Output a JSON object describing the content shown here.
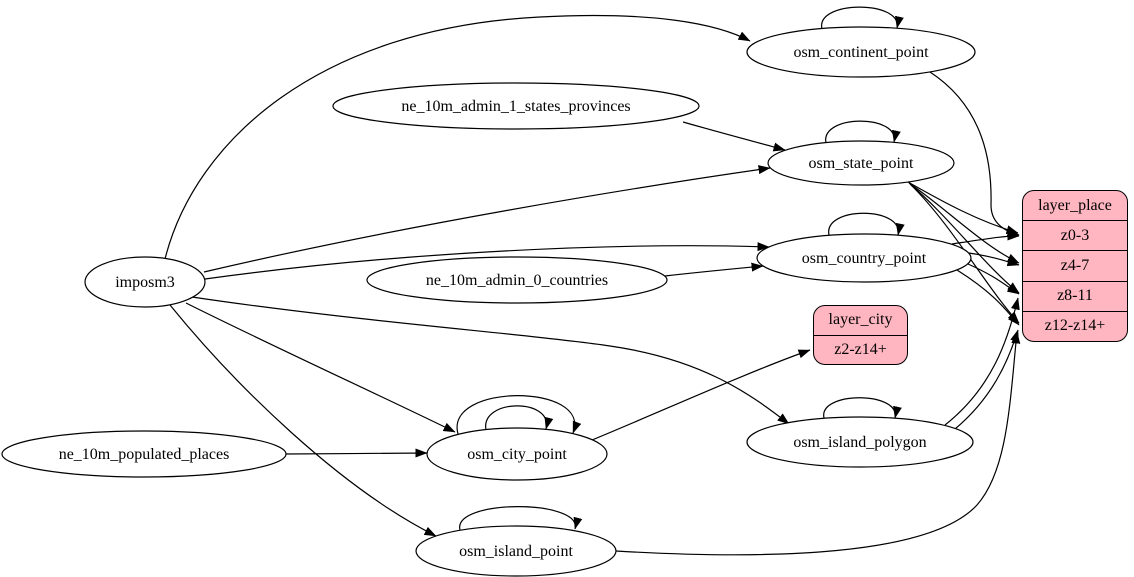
{
  "diagram": {
    "type": "etl-dependency-graph",
    "colors": {
      "background": "#ffffff",
      "node_fill": "#ffffff",
      "record_fill": "#ffb6c1",
      "stroke": "#000000"
    },
    "nodes": {
      "imposm3": {
        "label": "imposm3"
      },
      "ne_10m_admin_1_states_provinces": {
        "label": "ne_10m_admin_1_states_provinces"
      },
      "ne_10m_admin_0_countries": {
        "label": "ne_10m_admin_0_countries"
      },
      "ne_10m_populated_places": {
        "label": "ne_10m_populated_places"
      },
      "osm_continent_point": {
        "label": "osm_continent_point"
      },
      "osm_state_point": {
        "label": "osm_state_point"
      },
      "osm_country_point": {
        "label": "osm_country_point"
      },
      "osm_city_point": {
        "label": "osm_city_point"
      },
      "osm_island_polygon": {
        "label": "osm_island_polygon"
      },
      "osm_island_point": {
        "label": "osm_island_point"
      }
    },
    "records": {
      "layer_place": {
        "title": "layer_place",
        "rows": [
          "z0-3",
          "z4-7",
          "z8-11",
          "z12-z14+"
        ]
      },
      "layer_city": {
        "title": "layer_city",
        "rows": [
          "z2-z14+"
        ]
      }
    },
    "edges": [
      {
        "from": "imposm3",
        "to": "osm_continent_point"
      },
      {
        "from": "imposm3",
        "to": "osm_state_point"
      },
      {
        "from": "imposm3",
        "to": "osm_country_point"
      },
      {
        "from": "imposm3",
        "to": "osm_city_point"
      },
      {
        "from": "imposm3",
        "to": "osm_island_polygon"
      },
      {
        "from": "imposm3",
        "to": "osm_island_point"
      },
      {
        "from": "ne_10m_admin_1_states_provinces",
        "to": "osm_state_point"
      },
      {
        "from": "ne_10m_admin_0_countries",
        "to": "osm_country_point"
      },
      {
        "from": "ne_10m_populated_places",
        "to": "osm_city_point"
      },
      {
        "from": "osm_continent_point",
        "to": "osm_continent_point"
      },
      {
        "from": "osm_state_point",
        "to": "osm_state_point"
      },
      {
        "from": "osm_country_point",
        "to": "osm_country_point"
      },
      {
        "from": "osm_city_point",
        "to": "osm_city_point"
      },
      {
        "from": "osm_city_point",
        "to": "osm_city_point"
      },
      {
        "from": "osm_island_polygon",
        "to": "osm_island_polygon"
      },
      {
        "from": "osm_island_point",
        "to": "osm_island_point"
      },
      {
        "from": "osm_continent_point",
        "to": "layer_place.z0-3"
      },
      {
        "from": "osm_state_point",
        "to": "layer_place.z0-3"
      },
      {
        "from": "osm_state_point",
        "to": "layer_place.z4-7"
      },
      {
        "from": "osm_state_point",
        "to": "layer_place.z8-11"
      },
      {
        "from": "osm_state_point",
        "to": "layer_place.z12-z14+"
      },
      {
        "from": "osm_country_point",
        "to": "layer_place.z0-3"
      },
      {
        "from": "osm_country_point",
        "to": "layer_place.z4-7"
      },
      {
        "from": "osm_country_point",
        "to": "layer_place.z8-11"
      },
      {
        "from": "osm_country_point",
        "to": "layer_place.z12-z14+"
      },
      {
        "from": "osm_city_point",
        "to": "layer_city.z2-z14+"
      },
      {
        "from": "osm_island_polygon",
        "to": "layer_place.z8-11"
      },
      {
        "from": "osm_island_polygon",
        "to": "layer_place.z12-z14+"
      },
      {
        "from": "osm_island_point",
        "to": "layer_place.z12-z14+"
      }
    ]
  }
}
